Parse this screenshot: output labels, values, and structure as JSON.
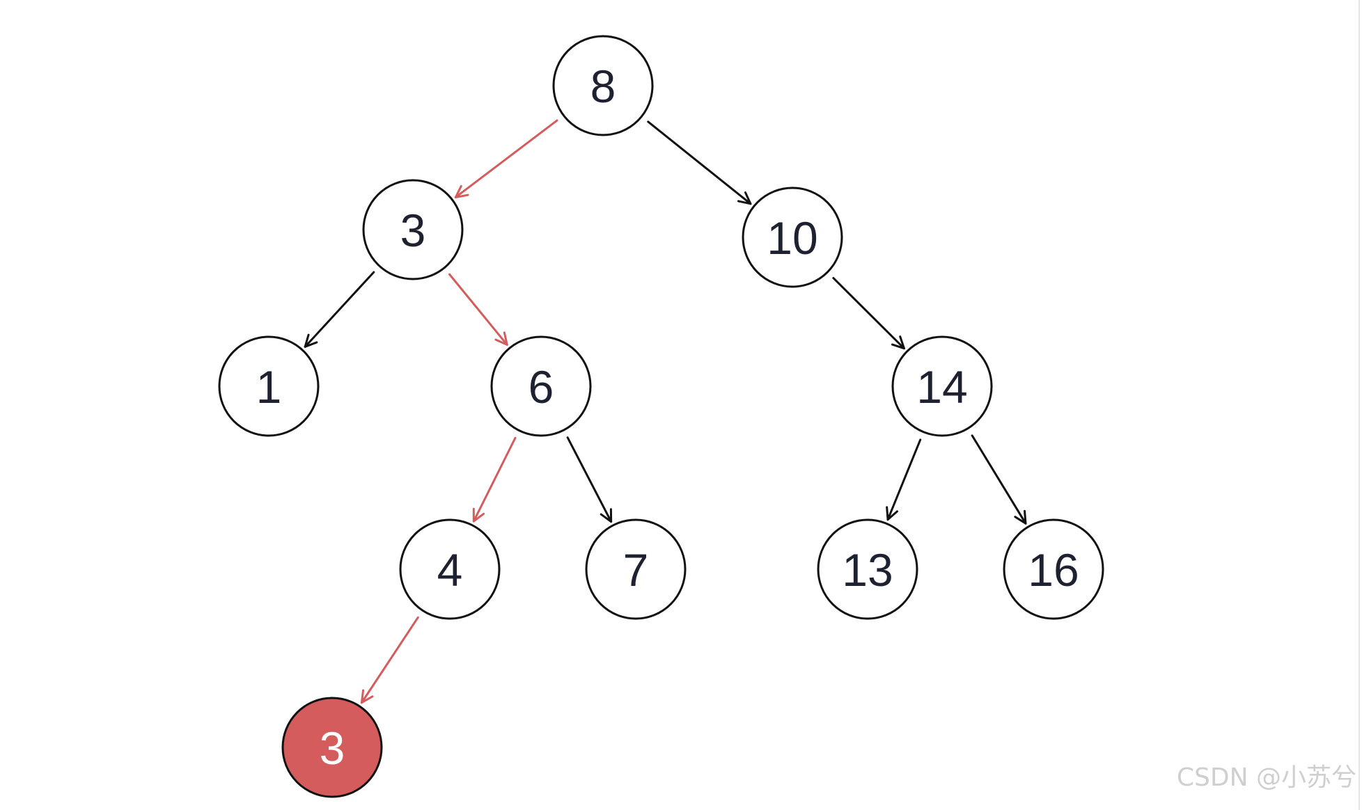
{
  "colors": {
    "stroke": "#111111",
    "highlight": "#d45c5c",
    "text": "#1e2230",
    "highlight_text": "#ffffff"
  },
  "tree": {
    "nodes": [
      {
        "id": "n8",
        "value": "8",
        "highlight": false
      },
      {
        "id": "n3",
        "value": "3",
        "highlight": false
      },
      {
        "id": "n10",
        "value": "10",
        "highlight": false
      },
      {
        "id": "n1",
        "value": "1",
        "highlight": false
      },
      {
        "id": "n6",
        "value": "6",
        "highlight": false
      },
      {
        "id": "n14",
        "value": "14",
        "highlight": false
      },
      {
        "id": "n4",
        "value": "4",
        "highlight": false
      },
      {
        "id": "n7",
        "value": "7",
        "highlight": false
      },
      {
        "id": "n13",
        "value": "13",
        "highlight": false
      },
      {
        "id": "n16",
        "value": "16",
        "highlight": false
      },
      {
        "id": "n3new",
        "value": "3",
        "highlight": true
      }
    ],
    "edges": [
      {
        "from": "n8",
        "to": "n3",
        "highlight": true
      },
      {
        "from": "n8",
        "to": "n10",
        "highlight": false
      },
      {
        "from": "n3",
        "to": "n1",
        "highlight": false
      },
      {
        "from": "n3",
        "to": "n6",
        "highlight": true
      },
      {
        "from": "n10",
        "to": "n14",
        "highlight": false
      },
      {
        "from": "n6",
        "to": "n4",
        "highlight": true
      },
      {
        "from": "n6",
        "to": "n7",
        "highlight": false
      },
      {
        "from": "n14",
        "to": "n13",
        "highlight": false
      },
      {
        "from": "n14",
        "to": "n16",
        "highlight": false
      },
      {
        "from": "n4",
        "to": "n3new",
        "highlight": true
      }
    ]
  },
  "watermark": "CSDN @小苏兮"
}
